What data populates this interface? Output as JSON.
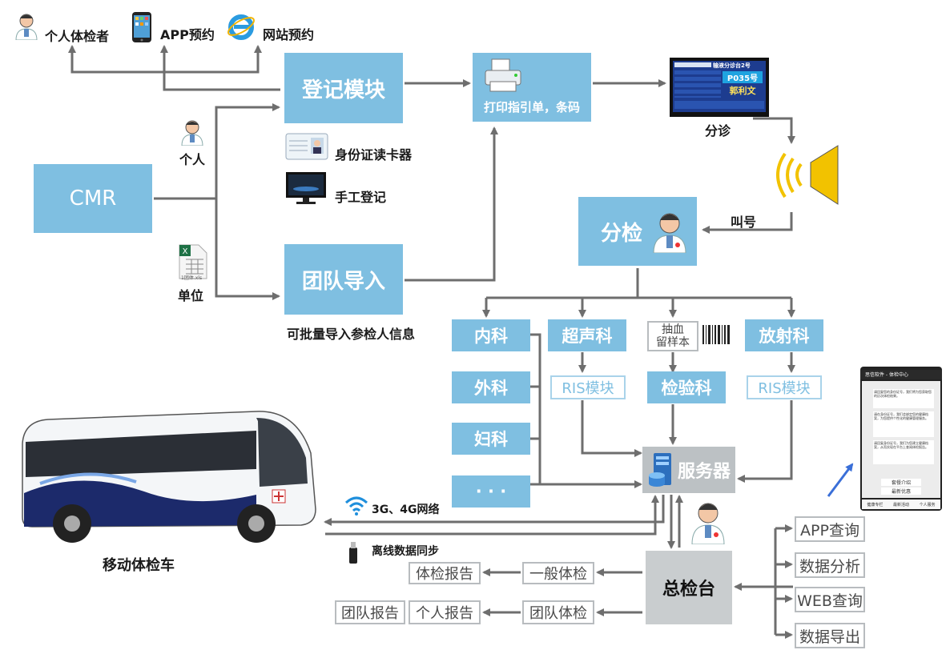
{
  "top_links": {
    "person_exam": "个人体检者",
    "app_booking": "APP预约",
    "web_booking": "网站预约"
  },
  "left": {
    "cmr": "CMR",
    "person": "个人",
    "unit": "单位",
    "unit_file": "1团体.xls"
  },
  "modules": {
    "register": "登记模块",
    "team_import": "团队导入",
    "team_import_note": "可批量导入参检人信息",
    "id_reader": "身份证读卡器",
    "manual_register": "手工登记",
    "print": "打印指引单，条码",
    "triage": "分诊",
    "call": "叫号",
    "check": "分检"
  },
  "screen": {
    "title": "输液分诊台2号",
    "number": "P035号",
    "name": "郭利文"
  },
  "departments": {
    "internal": "内科",
    "surgery": "外科",
    "gyn": "妇科",
    "more": "· · ·",
    "ultrasound": "超声科",
    "blood": "抽血\n留样本",
    "radiology": "放射科",
    "ris1": "RIS模块",
    "lab": "检验科",
    "ris2": "RIS模块"
  },
  "server": "服务器",
  "network": "3G、4G网络",
  "offline_sync": "离线数据同步",
  "bus_label": "移动体检车",
  "main_desk": "总检台",
  "reports": {
    "exam_report": "体检报告",
    "general_exam": "一般体检",
    "team_report": "团队报告",
    "personal_report": "个人报告",
    "team_exam": "团队体检"
  },
  "outputs": {
    "app_query": "APP查询",
    "data_analysis": "数据分析",
    "web_query": "WEB查询",
    "data_export": "数据导出"
  },
  "phone": {
    "header": "思信软件 - 体检中心",
    "msg1": "请回复您的身份证号，我们将为您获取您的历次体检结果。",
    "msg2": "请在身份证号，我们会绑定您的健康档案，为您提供个性化的健康管理服务。",
    "msg3": "请回复身份证号，我们为您建立健康档案，从而实现在平台上查阅体检报告。",
    "menu1": "套餐介绍",
    "menu2": "最新优惠",
    "tab1": "健康专栏",
    "tab2": "最新活动",
    "tab3": "个人服务"
  },
  "colors": {
    "box": "#7fbfe1",
    "line": "#707070",
    "main_desk": "#c9cdcf",
    "speaker": "#f2c200"
  }
}
